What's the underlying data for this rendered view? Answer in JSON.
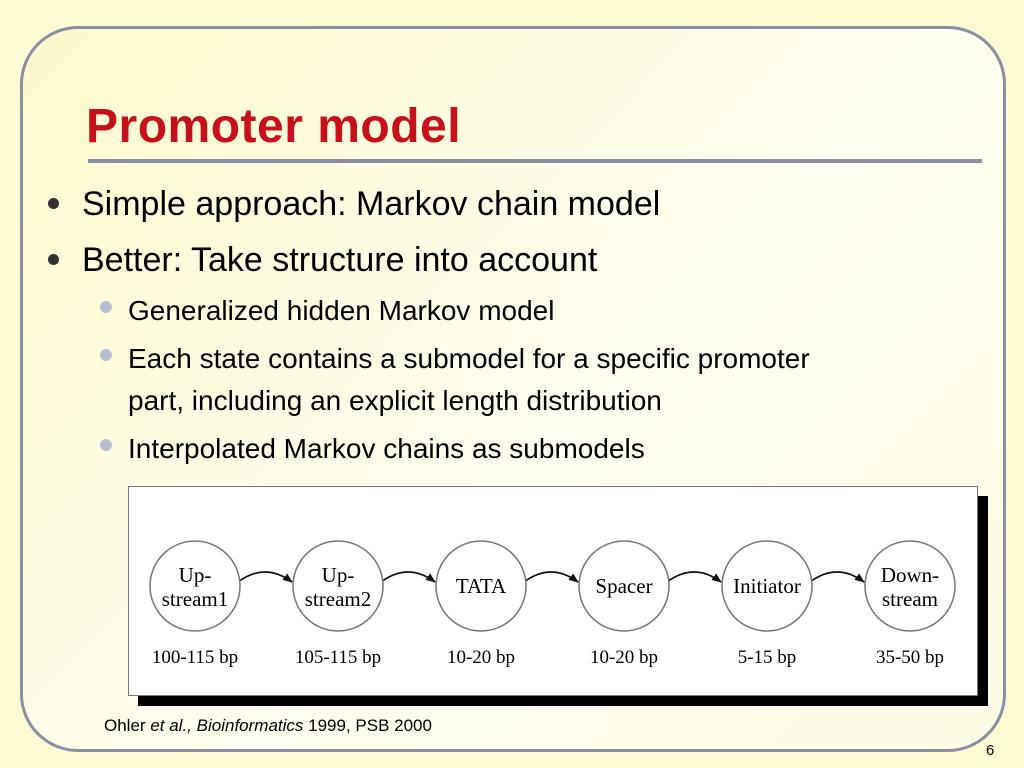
{
  "slide": {
    "title": "Promoter model",
    "bullets": [
      {
        "text": "Simple approach: Markov chain model"
      },
      {
        "text": "Better: Take structure into account"
      }
    ],
    "subbullets": [
      {
        "text": "Generalized hidden Markov model"
      },
      {
        "line1": "Each state contains a submodel for a specific promoter",
        "line2": "part, including an explicit length distribution"
      },
      {
        "text": "Interpolated Markov chains as submodels"
      }
    ],
    "citation": {
      "author": "Ohler",
      "etal": "et al.,",
      "journal": "Bioinformatics",
      "years": "1999, PSB 2000"
    },
    "page_number": "6"
  },
  "diagram": {
    "states": [
      {
        "line1": "Up-",
        "line2": "stream1",
        "length": "100-115 bp"
      },
      {
        "line1": "Up-",
        "line2": "stream2",
        "length": "105-115 bp"
      },
      {
        "line1": "TATA",
        "line2": "",
        "length": "10-20 bp"
      },
      {
        "line1": "Spacer",
        "line2": "",
        "length": "10-20 bp"
      },
      {
        "line1": "Initiator",
        "line2": "",
        "length": "5-15 bp"
      },
      {
        "line1": "Down-",
        "line2": "stream",
        "length": "35-50 bp"
      }
    ]
  }
}
